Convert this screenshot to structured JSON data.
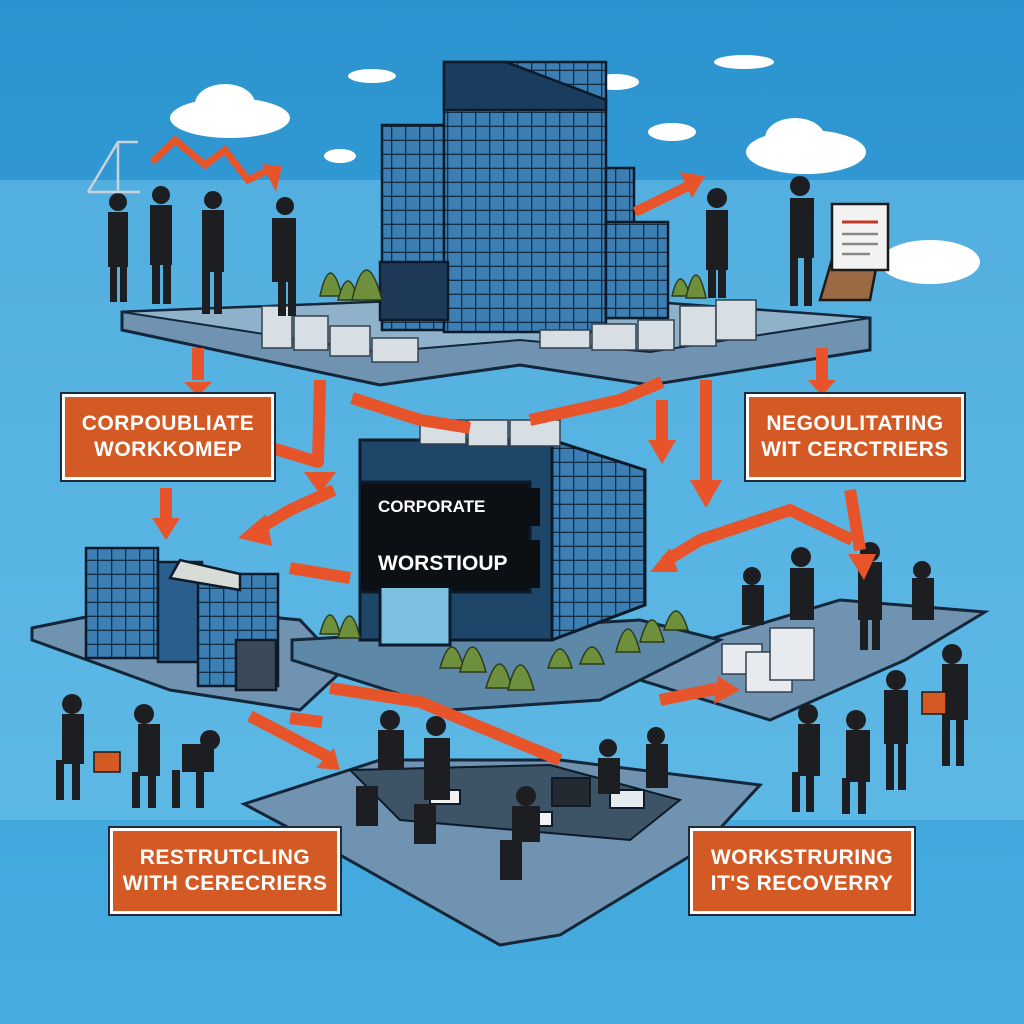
{
  "diagram": {
    "labels": {
      "top_left": [
        "CORPOUBLIATE",
        "WORKKOMEP"
      ],
      "top_right": [
        "NEGOULITATING",
        "WIT CERCTRIERS"
      ],
      "bottom_left": [
        "RESTRUTCLING",
        "WITH CERECRIERS"
      ],
      "bottom_right": [
        "WORKSTRURING",
        "IT'S RECOVERRY"
      ]
    },
    "building_sign": {
      "line1": "CORPORATE",
      "line2": "WORSTIOUP"
    }
  },
  "colors": {
    "background": "#3aa0d8",
    "arrow": "#e8542a",
    "label_fill": "#d35a24",
    "building": "#1f4f7a",
    "platform": "#5d88a8"
  }
}
